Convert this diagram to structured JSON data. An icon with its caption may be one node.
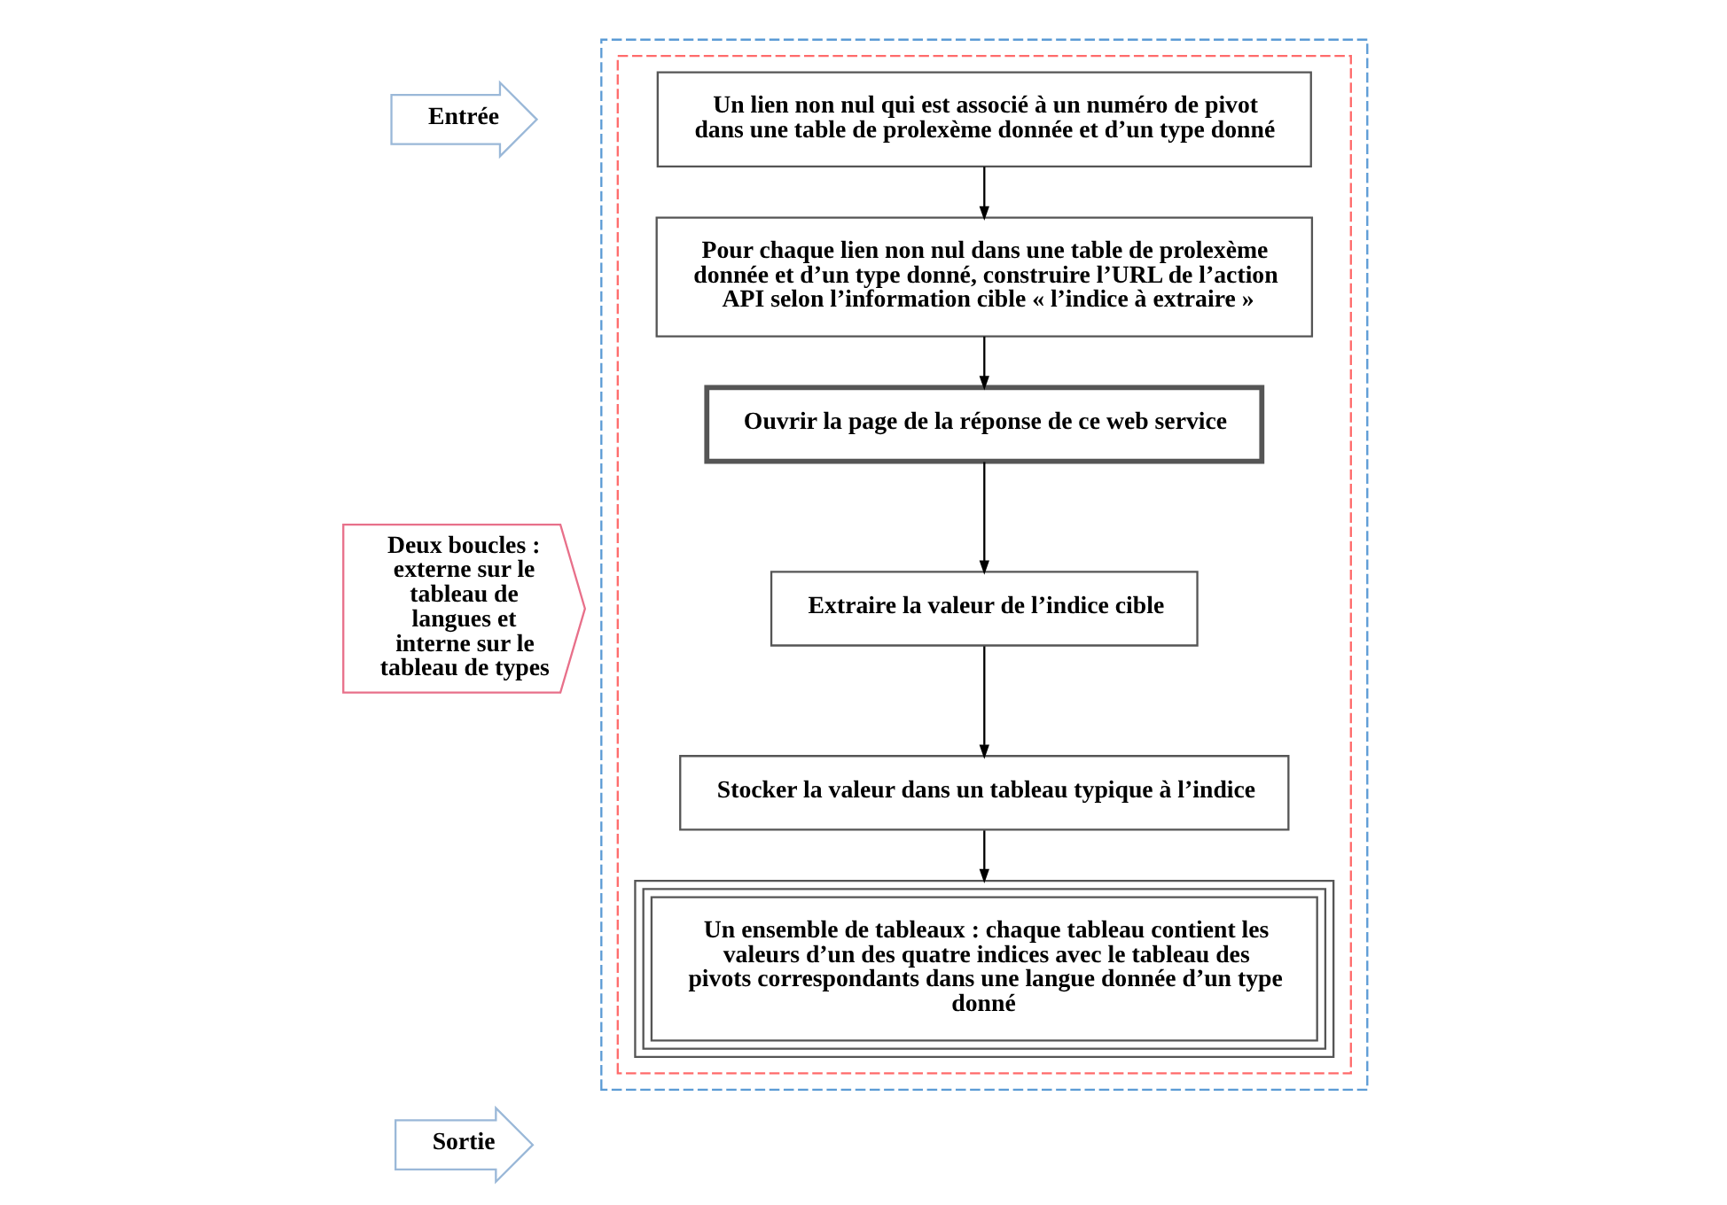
{
  "diagram": {
    "nodes": [
      {
        "text": [],
        "shape": "box"
      },
      {
        "text": [],
        "shape": "box",
        "in": 0
      },
      {
        "text": [
          "Un lien non nul qui est associé à un numéro de pivot dans une table de prolexème donnée et d’un type donné"
        ],
        "in": 1
      },
      {
        "text": [
          "Pour chaque lien non nul dans une table de prolexème donnée et d’un type donné, construire l’URL de l’action API selon l’information cible « l’indice à extraire »"
        ],
        "in": 1
      },
      {
        "text": [
          "Ouvrir la page de la réponse de ce web service"
        ],
        "in": 1
      },
      {
        "text": [
          "Extraire la valeur de l’indice cible"
        ],
        "in": 1
      },
      {
        "text": [
          "Stocker la valeur dans un tableau typique à l’indice"
        ],
        "in": 1
      },
      {
        "text": [
          "Un ensemble de tableaux : chaque tableau contient les valeurs d’un des quatre indices avec le tableau des pivots correspondants dans une langue donnée d’un type donné"
        ],
        "in": 1
      },
      {
        "text": [
          "Entrée"
        ]
      },
      {
        "text": [
          "Deux boucles : externe sur le tableau de langues et interne sur le tableau de types"
        ]
      },
      {
        "text": [
          "Sortie"
        ]
      }
    ],
    "edges": [
      {
        "from": 2,
        "to": 3,
        "arrow": "to"
      },
      {
        "from": 3,
        "to": 4,
        "arrow": "to"
      },
      {
        "from": 4,
        "to": 5,
        "arrow": "to"
      },
      {
        "from": 5,
        "to": 6,
        "arrow": "to"
      },
      {
        "from": 6,
        "to": 7,
        "arrow": "to"
      }
    ]
  }
}
